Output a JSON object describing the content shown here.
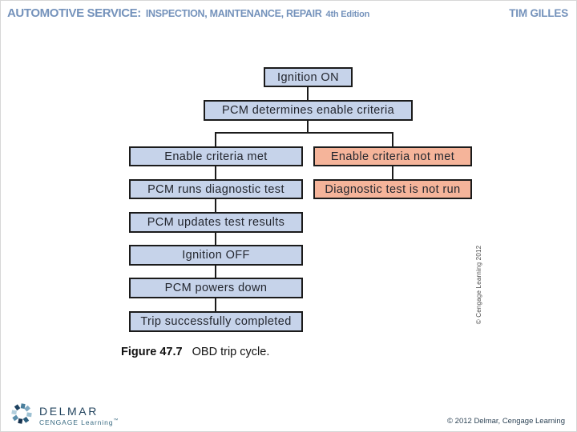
{
  "header": {
    "series_title": "AUTOMOTIVE SERVICE:",
    "series_subtitle": "INSPECTION, MAINTENANCE, REPAIR",
    "edition": "4th Edition",
    "author": "TIM GILLES",
    "text_color": "#7492bb"
  },
  "diagram": {
    "type": "flowchart",
    "title": "OBD trip cycle",
    "colors": {
      "blue_fill": "#c6d3ea",
      "pink_fill": "#f5b49a",
      "border": "#1b1b1b"
    },
    "boxes": [
      {
        "id": "ignition-on",
        "label": "Ignition ON",
        "variant": "blue"
      },
      {
        "id": "pcm-determines-enable-criteria",
        "label": "PCM determines enable criteria",
        "variant": "blue"
      },
      {
        "id": "enable-criteria-met",
        "label": "Enable criteria met",
        "variant": "blue"
      },
      {
        "id": "enable-criteria-not-met",
        "label": "Enable criteria not met",
        "variant": "pink"
      },
      {
        "id": "pcm-runs-diagnostic-test",
        "label": "PCM runs diagnostic test",
        "variant": "blue"
      },
      {
        "id": "diagnostic-test-not-run",
        "label": "Diagnostic test is not run",
        "variant": "pink"
      },
      {
        "id": "pcm-updates-test-results",
        "label": "PCM updates test results",
        "variant": "blue"
      },
      {
        "id": "ignition-off",
        "label": "Ignition OFF",
        "variant": "blue"
      },
      {
        "id": "pcm-powers-down",
        "label": "PCM powers down",
        "variant": "blue"
      },
      {
        "id": "trip-successfully-completed",
        "label": "Trip successfully completed",
        "variant": "blue"
      }
    ],
    "edges": [
      [
        "ignition-on",
        "pcm-determines-enable-criteria"
      ],
      [
        "pcm-determines-enable-criteria",
        "enable-criteria-met"
      ],
      [
        "pcm-determines-enable-criteria",
        "enable-criteria-not-met"
      ],
      [
        "enable-criteria-met",
        "pcm-runs-diagnostic-test"
      ],
      [
        "enable-criteria-not-met",
        "diagnostic-test-not-run"
      ],
      [
        "pcm-runs-diagnostic-test",
        "pcm-updates-test-results"
      ],
      [
        "pcm-updates-test-results",
        "ignition-off"
      ],
      [
        "ignition-off",
        "pcm-powers-down"
      ],
      [
        "pcm-powers-down",
        "trip-successfully-completed"
      ]
    ]
  },
  "caption": {
    "figure_label": "Figure 47.7",
    "figure_text": "OBD trip cycle."
  },
  "side_credit": "© Cengage Learning 2012",
  "footer": {
    "logo_name": "DELMAR",
    "logo_subname": "CENGAGE Learning",
    "logo_tm": "™",
    "copyright": "© 2012 Delmar, Cengage Learning"
  }
}
